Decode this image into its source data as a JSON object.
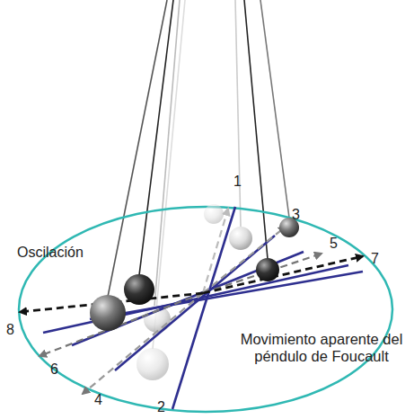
{
  "diagram": {
    "labels": [
      "1",
      "3",
      "5",
      "Oscilación",
      "7",
      "8",
      "6",
      "Movimiento aparente del péndulo de Foucault",
      "4",
      "2"
    ]
  }
}
